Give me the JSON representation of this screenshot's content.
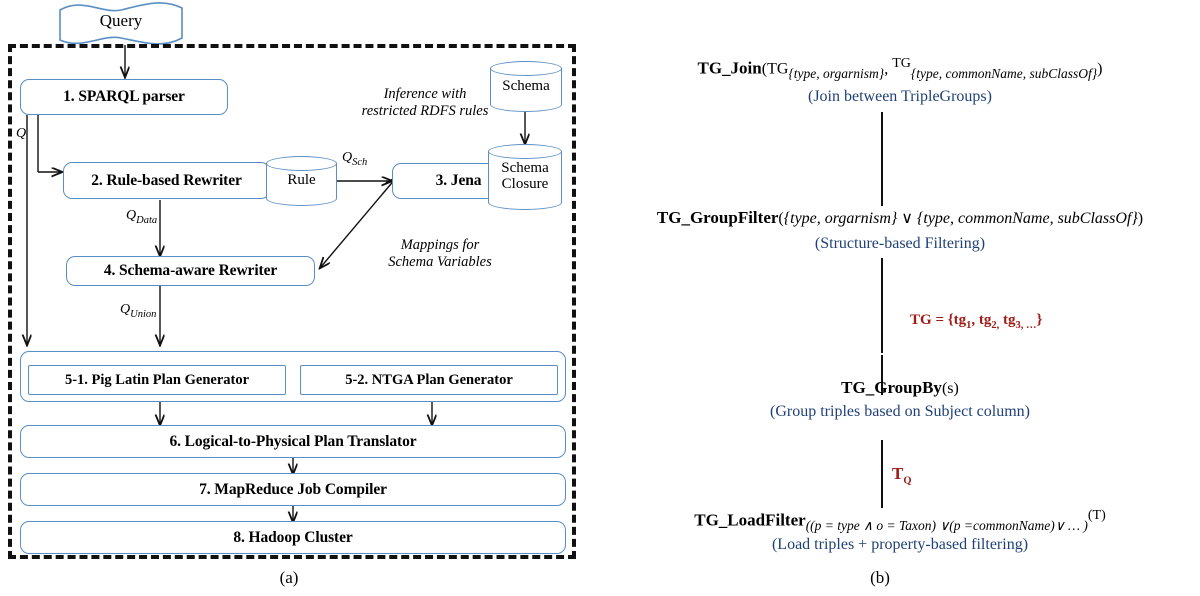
{
  "figure": {
    "panel_a_caption": "(a)",
    "panel_b_caption": "(b)"
  },
  "panel_a": {
    "input_banner": "Query",
    "boxes": [
      {
        "id": "sparql-parser",
        "label": "1. SPARQL parser"
      },
      {
        "id": "rule-rewriter",
        "label": "2. Rule-based Rewriter"
      },
      {
        "id": "jena",
        "label": "3. Jena"
      },
      {
        "id": "schema-aware-rewriter",
        "label": "4. Schema-aware Rewriter"
      },
      {
        "id": "pig-latin-plan-generator",
        "label": "5-1. Pig Latin Plan Generator"
      },
      {
        "id": "ntga-plan-generator",
        "label": "5-2. NTGA Plan Generator"
      },
      {
        "id": "plan-translator",
        "label": "6. Logical-to-Physical Plan Translator"
      },
      {
        "id": "mapreduce-compiler",
        "label": "7. MapReduce Job Compiler"
      },
      {
        "id": "hadoop-cluster",
        "label": "8. Hadoop Cluster"
      }
    ],
    "stores": [
      {
        "id": "rule-store",
        "label": "Rule"
      },
      {
        "id": "schema-store",
        "label": "Schema"
      },
      {
        "id": "schema-closure-store",
        "label_line1": "Schema",
        "label_line2": "Closure"
      }
    ],
    "annotations": [
      {
        "id": "inference-note",
        "line1": "Inference with",
        "line2": "restricted RDFS rules"
      },
      {
        "id": "mappings-note",
        "line1": "Mappings for",
        "line2": "Schema Variables"
      }
    ],
    "edge_labels": {
      "q": "Q",
      "q_sch_base": "Q",
      "q_sch_sub": "Sch",
      "q_data_base": "Q",
      "q_data_sub": "Data",
      "q_union_base": "Q",
      "q_union_sub": "Union"
    }
  },
  "panel_b": {
    "steps": [
      {
        "id": "tg-join",
        "op": "TG_Join",
        "arg_parts": [
          {
            "t": "(TG",
            "style": "plain"
          },
          {
            "t": "{type, orgarnism}",
            "style": "sub-italic"
          },
          {
            "t": ", ",
            "style": "plain"
          },
          {
            "t": "TG",
            "style": "sup"
          },
          {
            "t": "{type, commonName, subClassOf}",
            "style": "sub-italic"
          },
          {
            "t": ")",
            "style": "plain"
          }
        ],
        "description": "(Join between TripleGroups)"
      },
      {
        "id": "tg-groupfilter",
        "op": "TG_GroupFilter",
        "arg_parts": [
          {
            "t": "(",
            "style": "plain"
          },
          {
            "t": "{type, orgarnism}",
            "style": "italic"
          },
          {
            "t": " ∨ ",
            "style": "plain"
          },
          {
            "t": "{type, commonName, subClassOf}",
            "style": "italic"
          },
          {
            "t": ")",
            "style": "plain"
          }
        ],
        "description": "(Structure-based Filtering)"
      },
      {
        "id": "tg-groupby",
        "op": "TG_GroupBy",
        "arg_parts": [
          {
            "t": "(s)",
            "style": "plain"
          }
        ],
        "description": "(Group triples based on Subject column)"
      },
      {
        "id": "tg-loadfilter",
        "op": "TG_LoadFilter",
        "arg_parts": [
          {
            "t": "((p = type ∧ o = Taxon) ∨(p =commonName)∨ … )",
            "style": "sub-italic"
          },
          {
            "t": "(T)",
            "style": "sup"
          }
        ],
        "description": "(Load triples + property-based filtering)"
      }
    ],
    "flow_labels": [
      {
        "id": "tg-set-label",
        "base": "TG",
        "rest": " = {tg",
        "sub1": "1",
        "mid": ", tg",
        "sub2": "2,",
        "mid2": " tg",
        "sub3": "3, …",
        "tail": "}"
      },
      {
        "id": "tq-label",
        "base": "T",
        "sub": "Q"
      }
    ]
  },
  "colors": {
    "box_border": "#5b8ec4",
    "description_text": "#1f4076",
    "accent_red": "#a01c16",
    "boundary": "#111111"
  }
}
